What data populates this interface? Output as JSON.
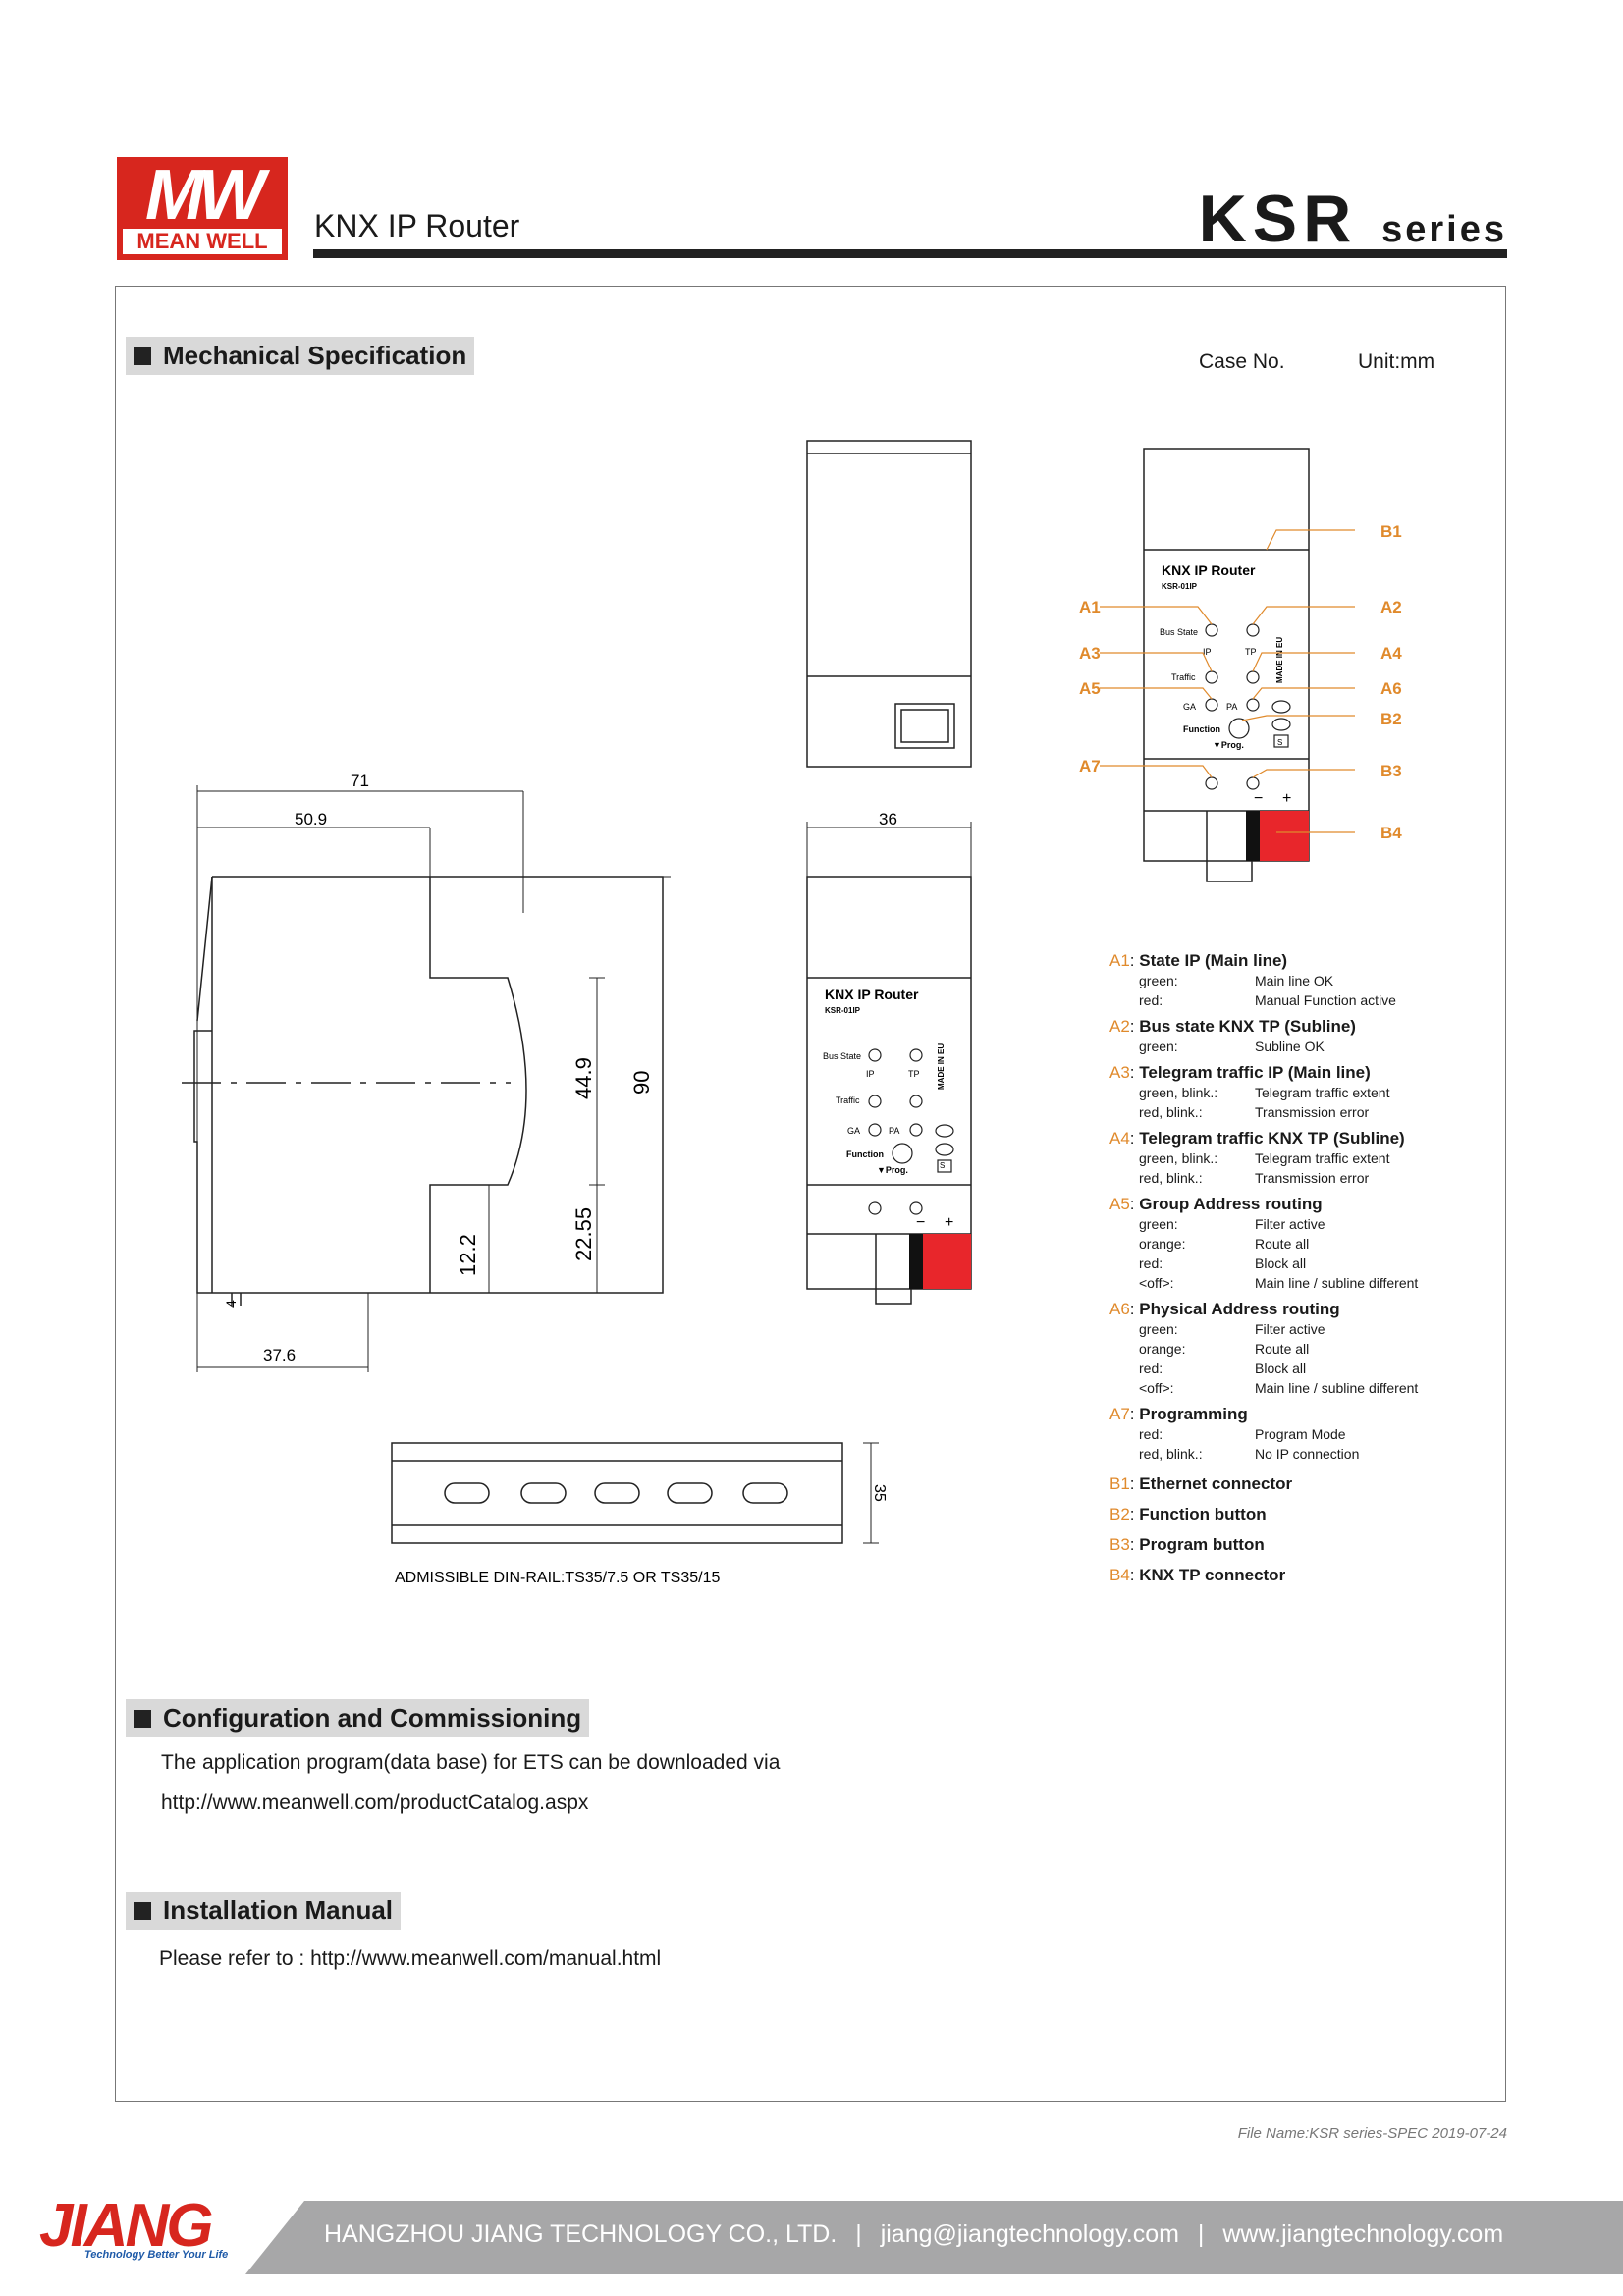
{
  "header": {
    "logo_top": "MW",
    "logo_bottom": "MEAN WELL",
    "product": "KNX IP Router",
    "series_main": "KSR",
    "series_suffix": "series"
  },
  "mechanical": {
    "title": "Mechanical Specification",
    "case_no": "Case No.",
    "unit": "Unit:mm",
    "dims": {
      "d71": "71",
      "d50_9": "50.9",
      "d36": "36",
      "d44_9": "44.9",
      "d90": "90",
      "d22_55": "22.55",
      "d12_2": "12.2",
      "d4": "4",
      "d37_6": "37.6",
      "d35": "35"
    },
    "din_rail_note": "ADMISSIBLE DIN-RAIL:TS35/7.5 OR TS35/15",
    "device": {
      "name": "KNX IP Router",
      "model": "KSR-01IP",
      "bus_state": "Bus State",
      "ip": "IP",
      "tp": "TP",
      "traffic": "Traffic",
      "ga": "GA",
      "pa": "PA",
      "function": "Function",
      "prog": "▼Prog.",
      "made_in_eu": "MADE IN EU",
      "minus": "−",
      "plus": "+",
      "s": "S"
    },
    "callouts": {
      "a1": "A1",
      "a2": "A2",
      "a3": "A3",
      "a4": "A4",
      "a5": "A5",
      "a6": "A6",
      "a7": "A7",
      "b1": "B1",
      "b2": "B2",
      "b3": "B3",
      "b4": "B4"
    },
    "legend": [
      {
        "code": "A1",
        "title": "State IP (Main line)",
        "rows": [
          [
            "green:",
            "Main line OK"
          ],
          [
            "red:",
            "Manual Function active"
          ]
        ]
      },
      {
        "code": "A2",
        "title": "Bus state KNX TP (Subline)",
        "rows": [
          [
            "green:",
            "Subline OK"
          ]
        ]
      },
      {
        "code": "A3",
        "title": "Telegram traffic IP (Main line)",
        "rows": [
          [
            "green, blink.:",
            "Telegram traffic extent"
          ],
          [
            "red, blink.:",
            "Transmission error"
          ]
        ]
      },
      {
        "code": "A4",
        "title": "Telegram traffic KNX TP (Subline)",
        "rows": [
          [
            "green, blink.:",
            "Telegram traffic extent"
          ],
          [
            "red, blink.:",
            "Transmission error"
          ]
        ]
      },
      {
        "code": "A5",
        "title": "Group Address routing",
        "rows": [
          [
            "green:",
            "Filter active"
          ],
          [
            "orange:",
            "Route all"
          ],
          [
            "red:",
            "Block all"
          ],
          [
            "<off>:",
            "Main line / subline different"
          ]
        ]
      },
      {
        "code": "A6",
        "title": "Physical Address routing",
        "rows": [
          [
            "green:",
            "Filter active"
          ],
          [
            "orange:",
            "Route all"
          ],
          [
            "red:",
            "Block all"
          ],
          [
            "<off>:",
            "Main line / subline different"
          ]
        ]
      },
      {
        "code": "A7",
        "title": "Programming",
        "rows": [
          [
            "red:",
            "Program Mode"
          ],
          [
            "red, blink.:",
            "No IP connection"
          ]
        ]
      },
      {
        "code": "B1",
        "title": "Ethernet connector",
        "rows": []
      },
      {
        "code": "B2",
        "title": "Function button",
        "rows": []
      },
      {
        "code": "B3",
        "title": "Program button",
        "rows": []
      },
      {
        "code": "B4",
        "title": "KNX TP connector",
        "rows": []
      }
    ]
  },
  "config": {
    "title": "Configuration and Commissioning",
    "line1": "The application program(data base) for ETS can be downloaded via",
    "line2": "http://www.meanwell.com/productCatalog.aspx"
  },
  "install": {
    "title": "Installation Manual",
    "text": "Please refer to : http://www.meanwell.com/manual.html"
  },
  "footer": {
    "file_name": "File Name:KSR series-SPEC   2019-07-24",
    "brand": "JIANG",
    "tagline": "Technology Better Your Life",
    "company": "HANGZHOU JIANG TECHNOLOGY CO., LTD.",
    "sep": "|",
    "email": "jiang@jiangtechnology.com",
    "web": "www.jiangtechnology.com"
  },
  "colors": {
    "brand_red": "#d7261e",
    "callout_orange": "#e08a2c",
    "terminal_red": "#e8262b"
  }
}
